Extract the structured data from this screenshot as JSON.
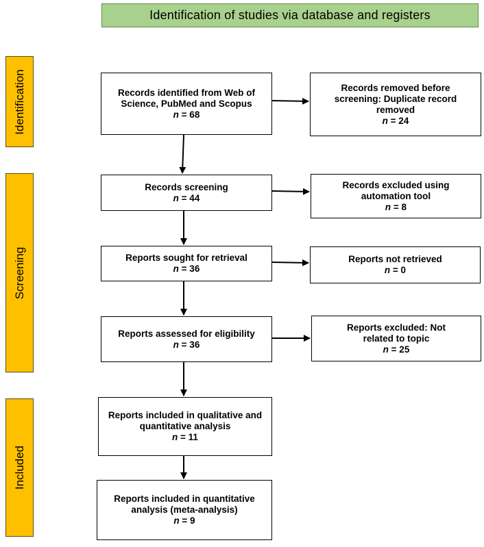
{
  "header": {
    "title": "Identification of studies via database and registers"
  },
  "phases": {
    "identification": "Identification",
    "screening": "Screening",
    "included": "Included"
  },
  "boxes": {
    "records_identified": {
      "text": "Records identified from Web of Science, PubMed and Scopus",
      "n_label": "n",
      "n_value": " = 68"
    },
    "records_removed": {
      "text": "Records removed before screening: Duplicate record removed",
      "n_label": "n",
      "n_value": " = 24"
    },
    "records_screening": {
      "text": "Records screening",
      "n_label": "n",
      "n_value": " = 44"
    },
    "records_excluded": {
      "text": "Records excluded using automation tool",
      "n_label": "n",
      "n_value": " = 8"
    },
    "reports_sought": {
      "text": "Reports sought for retrieval",
      "n_label": "n",
      "n_value": " = 36"
    },
    "reports_not_retrieved": {
      "text": "Reports not retrieved",
      "n_label": "n",
      "n_value": " = 0"
    },
    "reports_assessed": {
      "text": "Reports assessed for eligibility",
      "n_label": "n",
      "n_value": " = 36"
    },
    "reports_excluded": {
      "text": "Reports excluded: Not related to topic",
      "n_label": "n",
      "n_value": " = 25"
    },
    "reports_included_qual": {
      "text": "Reports included in qualitative and quantitative analysis",
      "n_label": "n",
      "n_value": " = 11"
    },
    "reports_included_meta": {
      "text": "Reports included in quantitative analysis (meta-analysis)",
      "n_label": "n",
      "n_value": " = 9"
    }
  },
  "colors": {
    "header_fill": "#a9d18e",
    "phase_fill": "#ffc000",
    "box_border": "#000000"
  }
}
